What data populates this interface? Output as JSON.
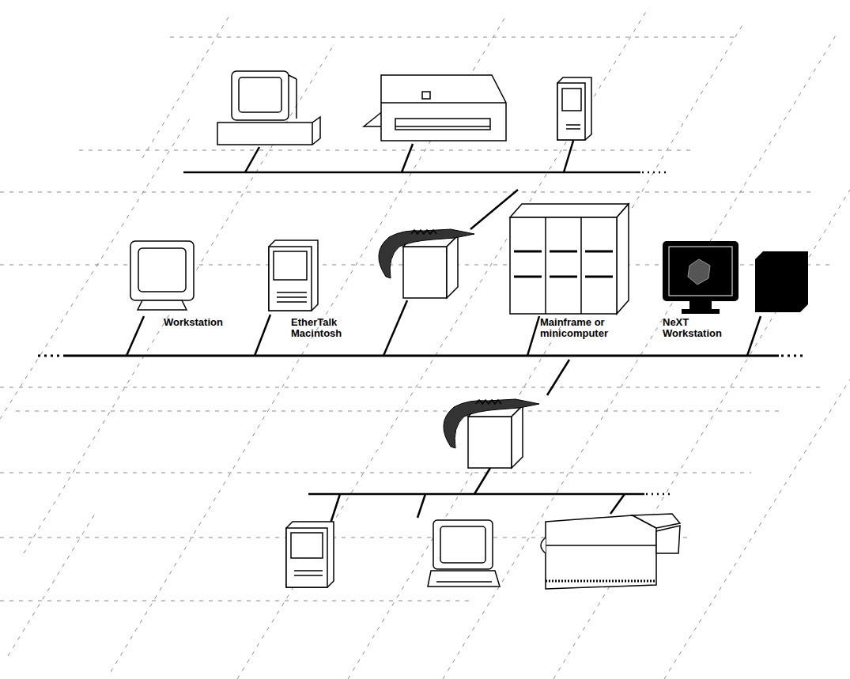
{
  "diagram": {
    "labels": [
      "Workstation",
      "EtherTalk Macintosh",
      "Mainframe or minicomputer",
      "NeXT Workstation"
    ]
  }
}
